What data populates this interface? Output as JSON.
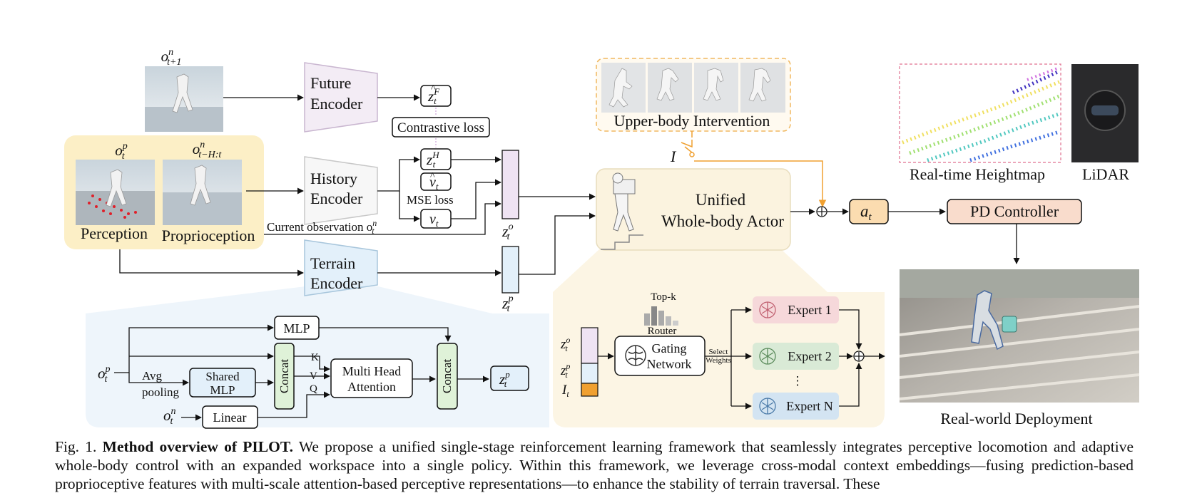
{
  "labels": {
    "o_next_base": "o",
    "o_next_sup": "n",
    "o_next_sub": "t+1",
    "o_p_base": "o",
    "o_p_sup": "p",
    "o_p_sub": "t",
    "o_hist_base": "o",
    "o_hist_sup": "n",
    "o_hist_sub": "t−H:t",
    "perception": "Perception",
    "proprioception": "Proprioception",
    "current_obs_text": "Current observation o",
    "current_obs_sup": "n",
    "current_obs_sub": "t",
    "future_encoder": [
      "Future",
      "Encoder"
    ],
    "history_encoder": [
      "History",
      "Encoder"
    ],
    "terrain_encoder": [
      "Terrain",
      "Encoder"
    ],
    "zF": "z",
    "zF_sup": "F",
    "zF_sub": "t",
    "zH": "z",
    "zH_sup": "H",
    "zH_sub": "t",
    "vhat": "v",
    "vhat_sub": "t",
    "v": "v",
    "v_sub": "t",
    "contrastive_loss": "Contrastive loss",
    "mse_loss": "MSE  loss",
    "zo": "z",
    "zo_sup": "o",
    "zo_sub": "t",
    "zp": "z",
    "zp_sup": "p",
    "zp_sub": "t",
    "upper_body": "Upper-body Intervention",
    "intervention_I": "I",
    "actor": [
      "Unified",
      "Whole-body Actor"
    ],
    "a": "a",
    "a_sub": "t",
    "pd_controller": "PD Controller",
    "heightmap": "Real-time Heightmap",
    "lidar": "LiDAR",
    "deployment": "Real-world Deployment",
    "mlp": "MLP",
    "avg_pooling": [
      "Avg",
      "pooling"
    ],
    "shared_mlp": [
      "Shared",
      "MLP"
    ],
    "concat": "Concat",
    "K": "K",
    "V": "V",
    "Q": "Q",
    "mha": [
      "Multi Head",
      "Attention"
    ],
    "linear": "Linear",
    "o_n_base": "o",
    "o_n_sup": "n",
    "o_n_sub": "t",
    "topk": "Top-k",
    "router": "Router",
    "gating": [
      "Gating",
      "Network"
    ],
    "select_weights": [
      "Select",
      "Weights"
    ],
    "expert1": "Expert 1",
    "expert2": "Expert 2",
    "expert_dots": "⋮",
    "expertN": "Expert N",
    "I_t": "I",
    "I_t_sub": "t"
  },
  "caption": {
    "fig": "Fig. 1.",
    "title": "Method overview of PILOT.",
    "body": " We propose a unified single-stage reinforcement learning framework that seamlessly integrates perceptive locomotion and adaptive whole-body control with an expanded workspace into a single policy. Within this framework, we leverage cross-modal context embeddings—fusing prediction-based proprioceptive features with multi-scale attention-based perceptive representations—to enhance the stability of terrain traversal. These"
  },
  "colors": {
    "future": "#f3ecf5",
    "history": "#f7f7f7",
    "terrain": "#e3f0fa",
    "obs_bg": "#fcefc6",
    "actor_bg": "#fbf3df",
    "moe_bg": "#fcf5e4",
    "attn_bg": "#eef5fb",
    "concat": "#dff2d8",
    "shared": "#e3f0fa",
    "at": "#fbdcb0",
    "pd": "#f9dccc",
    "orange": "#f0a030",
    "expert1": "#f6d8da",
    "expert2": "#d9ead6",
    "expertN": "#d3e4f2",
    "zo_col": "#efe3f3",
    "zp_col": "#e3f0fa"
  }
}
